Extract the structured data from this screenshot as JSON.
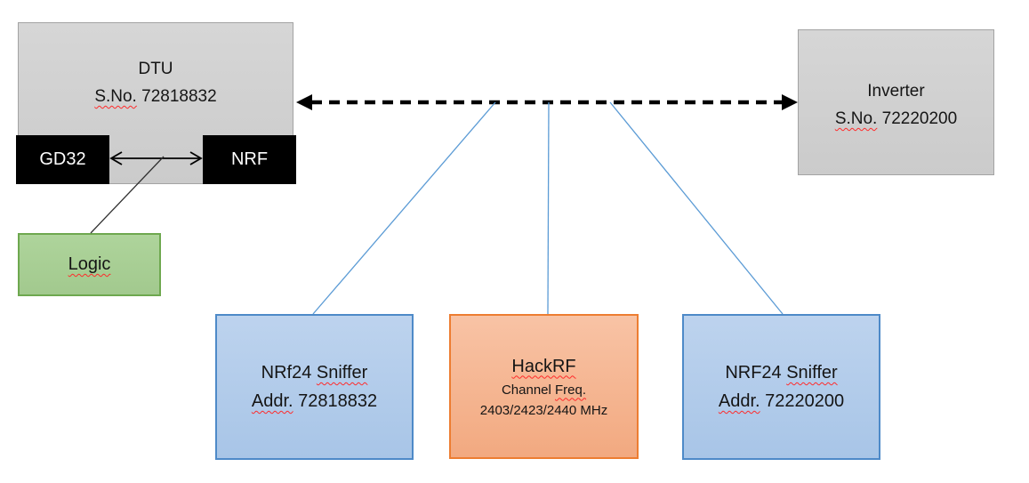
{
  "diagram": {
    "dtu": {
      "title": "DTU",
      "serial_label": "S.No.",
      "serial_number": " 72818832"
    },
    "gd32": {
      "label": "GD32"
    },
    "nrf": {
      "label": "NRF"
    },
    "logic": {
      "label": "Logic"
    },
    "inverter": {
      "title": "Inverter",
      "serial_label": "S.No.",
      "serial_number": " 72220200"
    },
    "sniffer_left": {
      "name_prefix": "NRf24 ",
      "name_word": "Sniffer",
      "addr_label": "Addr.",
      "addr_number": " 72818832"
    },
    "hackrf": {
      "title": "HackRF",
      "channel_prefix": "Channel ",
      "channel_word": "Freq.",
      "frequencies": "2403/2423/2440 MHz"
    },
    "sniffer_right": {
      "name_prefix": "NRF24 ",
      "name_word": "Sniffer",
      "addr_label": "Addr.",
      "addr_number": " 72220200"
    }
  },
  "colors": {
    "gray_fill": "#D1D1D1",
    "gray_border": "#A3A3A3",
    "chip_fill": "#000000",
    "chip_text": "#FFFFFF",
    "green_fill": "#A9CE97",
    "green_border": "#6EA84F",
    "blue_fill": "#AFC9E9",
    "blue_border": "#4E8AC8",
    "orange_fill": "#F5B691",
    "orange_border": "#ED7D31",
    "connector_blue": "#5B9BD5",
    "arrow_black": "#000000",
    "spellcheck_red": "#FF2A2A"
  }
}
